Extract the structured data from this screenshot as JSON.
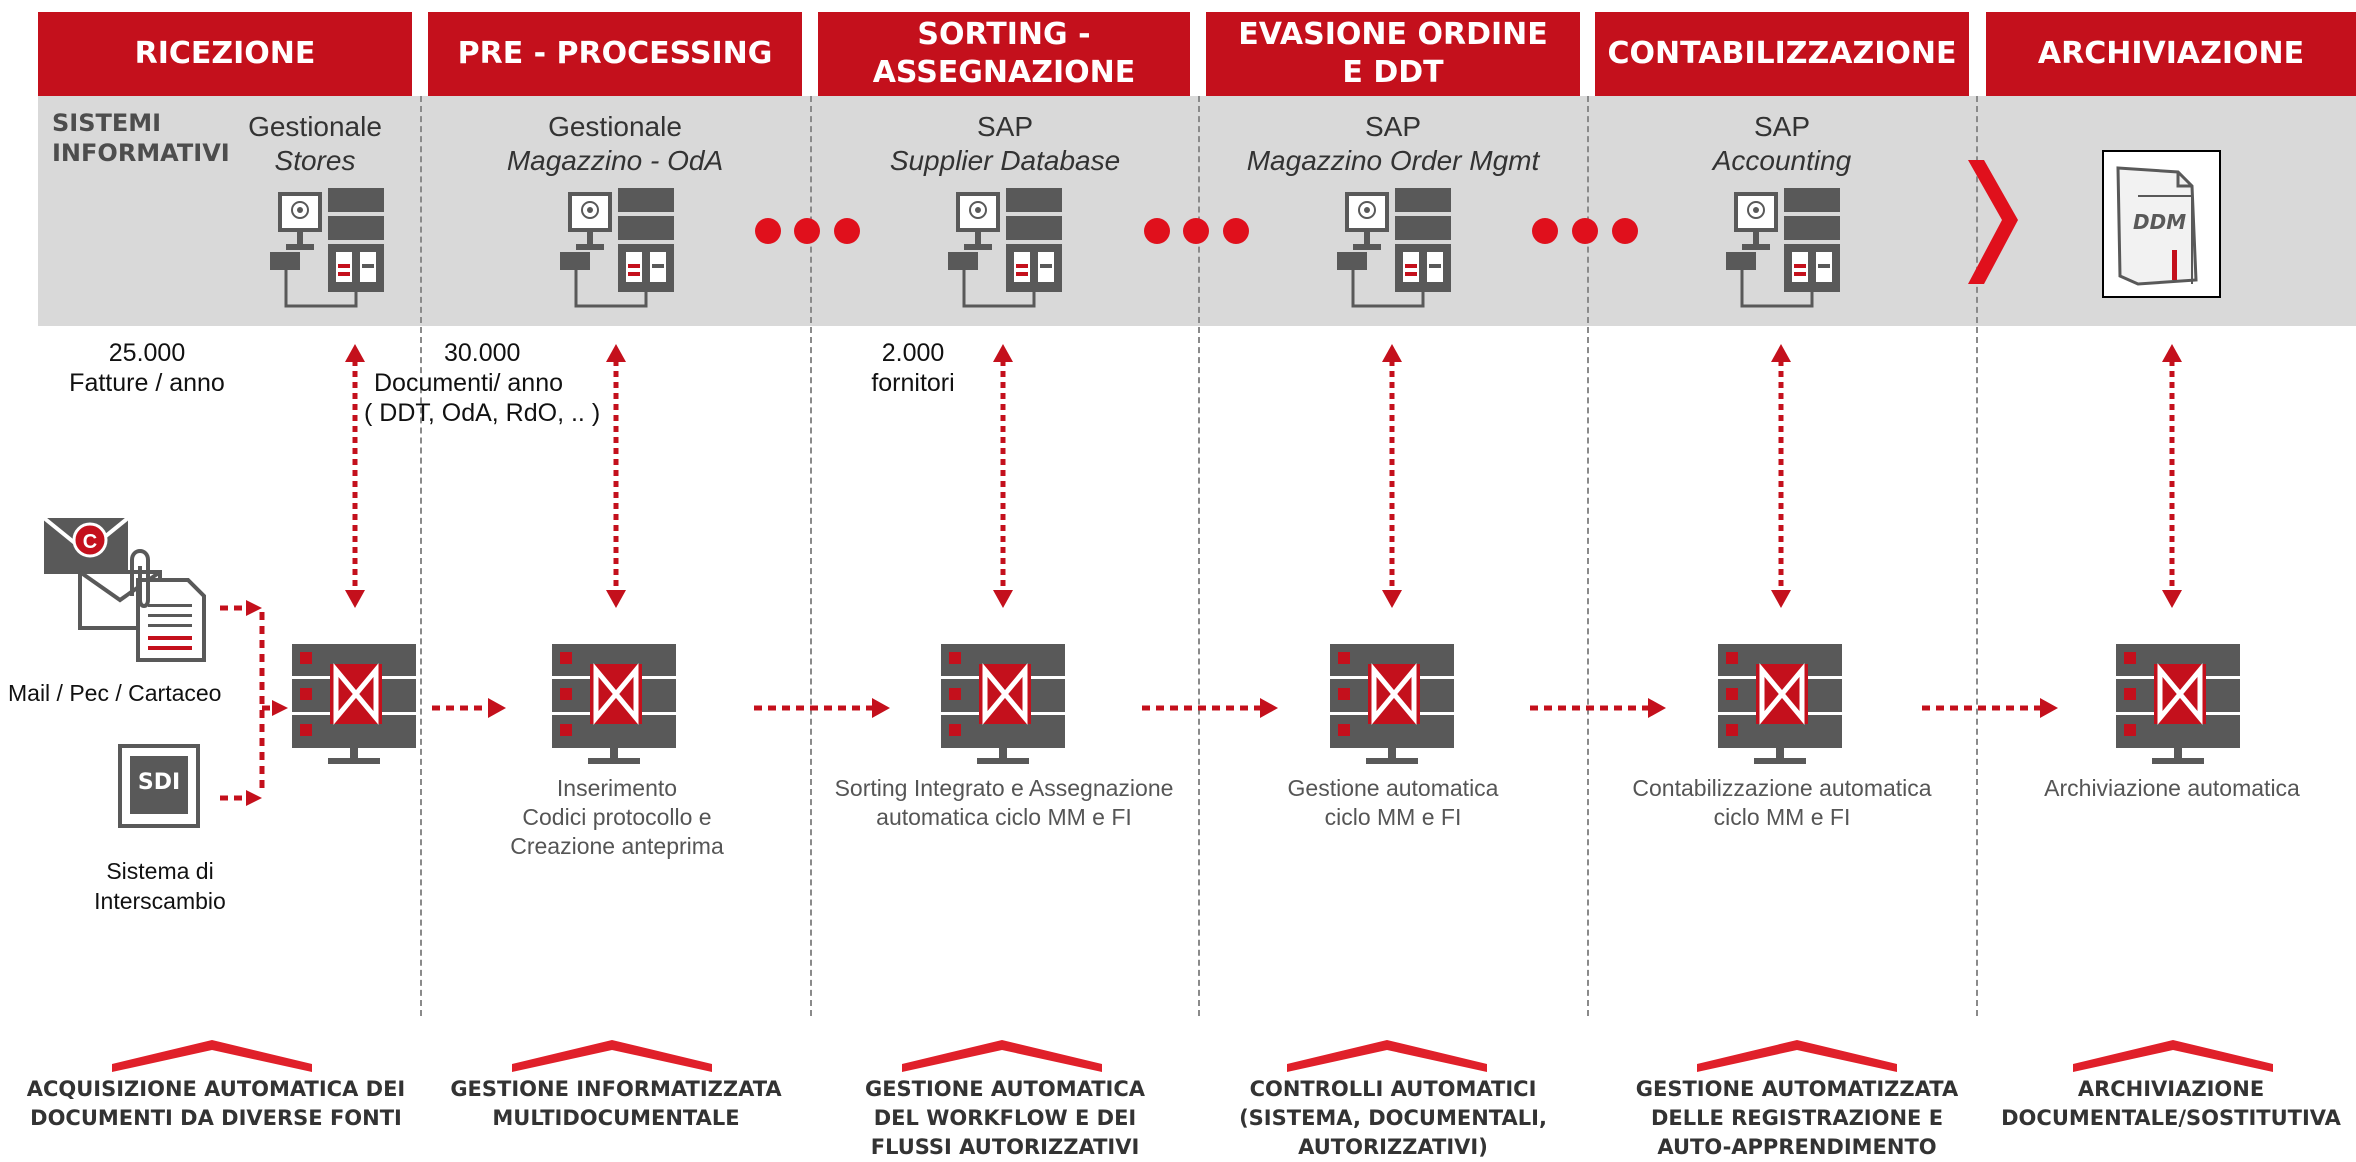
{
  "phases": [
    {
      "line1": "RICEZIONE",
      "line2": ""
    },
    {
      "line1": "PRE - PROCESSING",
      "line2": ""
    },
    {
      "line1": "SORTING -",
      "line2": "ASSEGNAZIONE"
    },
    {
      "line1": "EVASIONE ORDINE",
      "line2": "E DDT"
    },
    {
      "line1": "CONTABILIZZAZIONE",
      "line2": ""
    },
    {
      "line1": "ARCHIVIAZIONE",
      "line2": ""
    }
  ],
  "sistemi_label": {
    "line1": "SISTEMI",
    "line2": "INFORMATIVI"
  },
  "systems": [
    {
      "name": "Gestionale",
      "sub": "Stores"
    },
    {
      "name": "Gestionale",
      "sub": "Magazzino - OdA"
    },
    {
      "name": "SAP",
      "sub": "Supplier Database"
    },
    {
      "name": "SAP",
      "sub": "Magazzino Order Mgmt"
    },
    {
      "name": "SAP",
      "sub": "Accounting"
    }
  ],
  "ddm_label": "DDM",
  "stats": [
    {
      "line1": "25.000",
      "line2": "Fatture / anno",
      "line3": ""
    },
    {
      "line1": "30.000",
      "line2": "Documenti/ anno",
      "line3": "( DDT, OdA, RdO, .. )"
    },
    {
      "line1": "2.000",
      "line2": "fornitori",
      "line3": ""
    }
  ],
  "sources": {
    "mail_label": "Mail / Pec / Cartaceo",
    "sdi_badge": "SDI",
    "sdi_line1": "Sistema di",
    "sdi_line2": "Interscambio"
  },
  "captions": [
    {
      "line1": "Inserimento",
      "line2": "Codici protocollo e",
      "line3": "Creazione anteprima"
    },
    {
      "line1": "Sorting Integrato e Assegnazione",
      "line2": "automatica ciclo MM e FI",
      "line3": ""
    },
    {
      "line1": "Gestione automatica",
      "line2": "ciclo MM e FI",
      "line3": ""
    },
    {
      "line1": "Contabilizzazione automatica",
      "line2": "ciclo MM e FI",
      "line3": ""
    },
    {
      "line1": "Archiviazione automatica",
      "line2": "",
      "line3": ""
    }
  ],
  "bottom_labels": [
    {
      "line1": "ACQUISIZIONE AUTOMATICA DEI",
      "line2": "DOCUMENTI  DA DIVERSE FONTI",
      "line3": ""
    },
    {
      "line1": "GESTIONE INFORMATIZZATA",
      "line2": "MULTIDOCUMENTALE",
      "line3": ""
    },
    {
      "line1": "GESTIONE AUTOMATICA",
      "line2": "DEL WORKFLOW E DEI",
      "line3": "FLUSSI AUTORIZZATIVI"
    },
    {
      "line1": "CONTROLLI AUTOMATICI",
      "line2": "(SISTEMA, DOCUMENTALI,",
      "line3": "AUTORIZZATIVI)"
    },
    {
      "line1": "GESTIONE AUTOMATIZZATA",
      "line2": "DELLE REGISTRAZIONE E",
      "line3": "AUTO-APPRENDIMENTO"
    },
    {
      "line1": "ARCHIVIAZIONE",
      "line2": "DOCUMENTALE/SOSTITUTIVA",
      "line3": ""
    }
  ],
  "colors": {
    "brand_red": "#c4101c",
    "dark_gray": "#595959",
    "band_gray": "#d9d9d9"
  },
  "icons": [
    "server-icon",
    "document-platform-icon",
    "mail-icon",
    "pec-icon",
    "paperclip-icon",
    "document-icon",
    "sdi-icon",
    "ddm-archive-icon",
    "chevron-right-icon"
  ]
}
